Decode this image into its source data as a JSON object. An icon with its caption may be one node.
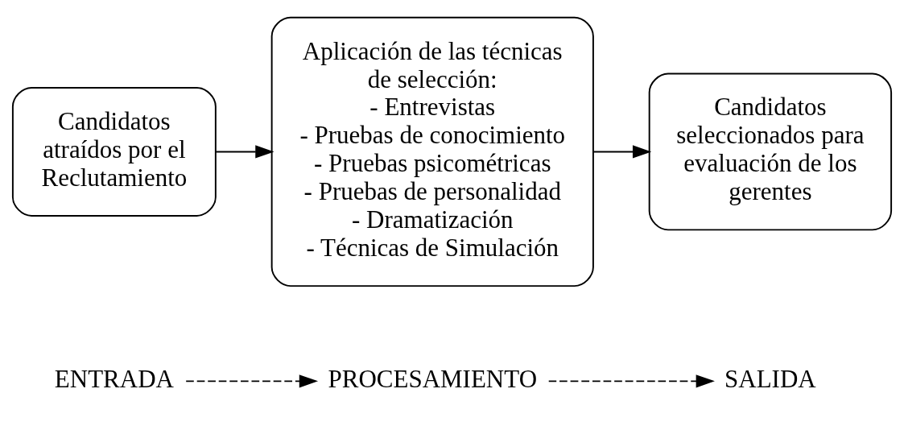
{
  "diagram": {
    "nodes": [
      {
        "text": [
          "ENTRADA"
        ]
      },
      {
        "text": [
          "PROCESAMIENTO"
        ]
      },
      {
        "text": [
          "SALIDA"
        ]
      },
      {
        "text": [
          "Candidatos atraídos por el Reclutamiento"
        ]
      },
      {
        "text": [
          "Aplicación de las técnicas de selección:",
          "- Entrevistas",
          "- Pruebas de conocimiento",
          "- Pruebas psicométricas",
          "- Pruebas de personalidad",
          "- Dramatización",
          "- Técnicas de Simulación"
        ]
      },
      {
        "text": [
          "Candidatos seleccionados para evaluación de los gerentes"
        ]
      }
    ],
    "edges": [
      {
        "from": 0,
        "to": 1,
        "arrow": "to",
        "style": "dashed"
      },
      {
        "from": 1,
        "to": 2,
        "arrow": "to",
        "style": "dashed"
      },
      {
        "from": 3,
        "to": 4,
        "arrow": "to"
      },
      {
        "from": 4,
        "to": 5,
        "arrow": "to"
      }
    ]
  }
}
